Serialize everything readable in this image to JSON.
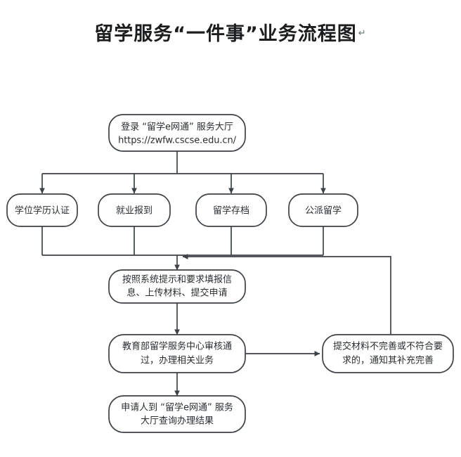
{
  "title": {
    "text": "留学服务“一件事”业务流程图",
    "paragraph_mark": "↵"
  },
  "colors": {
    "background": "#ffffff",
    "stroke": "#3c4145",
    "node_fill": "#ffffff",
    "text": "#2a2e31",
    "title_text": "#1b1d1f"
  },
  "chart_data": {
    "type": "diagram",
    "diagram_type": "flowchart",
    "orientation": "top-to-bottom",
    "title": "留学服务“一件事”业务流程图",
    "nodes": [
      {
        "id": "login",
        "shape": "rounded-rectangle",
        "lines": [
          "登录 “留学e网通” 服务大厅",
          "https://zwfw.cscse.edu.cn/"
        ]
      },
      {
        "id": "degree",
        "shape": "rounded-rectangle",
        "lines": [
          "学位学历认证"
        ]
      },
      {
        "id": "employment",
        "shape": "rounded-rectangle",
        "lines": [
          "就业报到"
        ]
      },
      {
        "id": "archive",
        "shape": "rounded-rectangle",
        "lines": [
          "留学存档"
        ]
      },
      {
        "id": "government",
        "shape": "rounded-rectangle",
        "lines": [
          "公派留学"
        ]
      },
      {
        "id": "fill-form",
        "shape": "rounded-rectangle",
        "lines": [
          "按照系统提示和要求填报信",
          "息、上传材料、提交申请"
        ]
      },
      {
        "id": "review-pass",
        "shape": "rounded-rectangle",
        "lines": [
          "教育部留学服务中心审核通",
          "过，办理相关业务"
        ]
      },
      {
        "id": "supplement",
        "shape": "rounded-rectangle",
        "lines": [
          "提交材料不完善或不符合要",
          "求的，通知其补充完善"
        ]
      },
      {
        "id": "query-result",
        "shape": "rounded-rectangle",
        "lines": [
          "申请人到 “留学e网通” 服务",
          "大厅查询办理结果"
        ]
      }
    ],
    "edges": [
      {
        "from": "login",
        "to": "degree",
        "arrow": true
      },
      {
        "from": "login",
        "to": "employment",
        "arrow": true
      },
      {
        "from": "login",
        "to": "archive",
        "arrow": true
      },
      {
        "from": "login",
        "to": "government",
        "arrow": true
      },
      {
        "from": "degree",
        "to": "fill-form",
        "arrow": true
      },
      {
        "from": "employment",
        "to": "fill-form",
        "arrow": true
      },
      {
        "from": "archive",
        "to": "fill-form",
        "arrow": true
      },
      {
        "from": "government",
        "to": "fill-form",
        "arrow": true
      },
      {
        "from": "fill-form",
        "to": "review-pass",
        "arrow": true
      },
      {
        "from": "review-pass",
        "to": "supplement",
        "arrow": true
      },
      {
        "from": "supplement",
        "to": "fill-form",
        "arrow": true,
        "style": "feedback-loop"
      },
      {
        "from": "review-pass",
        "to": "query-result",
        "arrow": true
      }
    ]
  }
}
